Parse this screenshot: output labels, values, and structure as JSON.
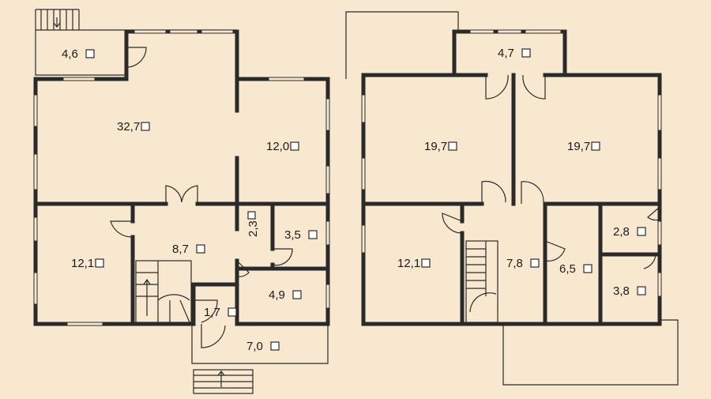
{
  "floor_1": {
    "rooms": [
      {
        "id": "r1-terrace",
        "area": "4,6"
      },
      {
        "id": "r1-living",
        "area": "32,7"
      },
      {
        "id": "r1-kitchen",
        "area": "12,0"
      },
      {
        "id": "r1-bedroom",
        "area": "12,1"
      },
      {
        "id": "r1-hall",
        "area": "8,7"
      },
      {
        "id": "r1-corridor",
        "area": "2,3"
      },
      {
        "id": "r1-bath",
        "area": "3,5"
      },
      {
        "id": "r1-storage",
        "area": "4,9"
      },
      {
        "id": "r1-vestibule",
        "area": "1,7"
      },
      {
        "id": "r1-porch",
        "area": "7,0"
      }
    ]
  },
  "floor_2": {
    "rooms": [
      {
        "id": "r2-balcony",
        "area": "4,7"
      },
      {
        "id": "r2-bedroom-left",
        "area": "19,7"
      },
      {
        "id": "r2-bedroom-right",
        "area": "19,7"
      },
      {
        "id": "r2-bedroom-small",
        "area": "12,1"
      },
      {
        "id": "r2-hall",
        "area": "7,8"
      },
      {
        "id": "r2-dressing",
        "area": "6,5"
      },
      {
        "id": "r2-wc",
        "area": "2,8"
      },
      {
        "id": "r2-bath",
        "area": "3,8"
      }
    ]
  },
  "colors": {
    "background": "#f9e8d0",
    "wall": "#2a2a2a"
  }
}
